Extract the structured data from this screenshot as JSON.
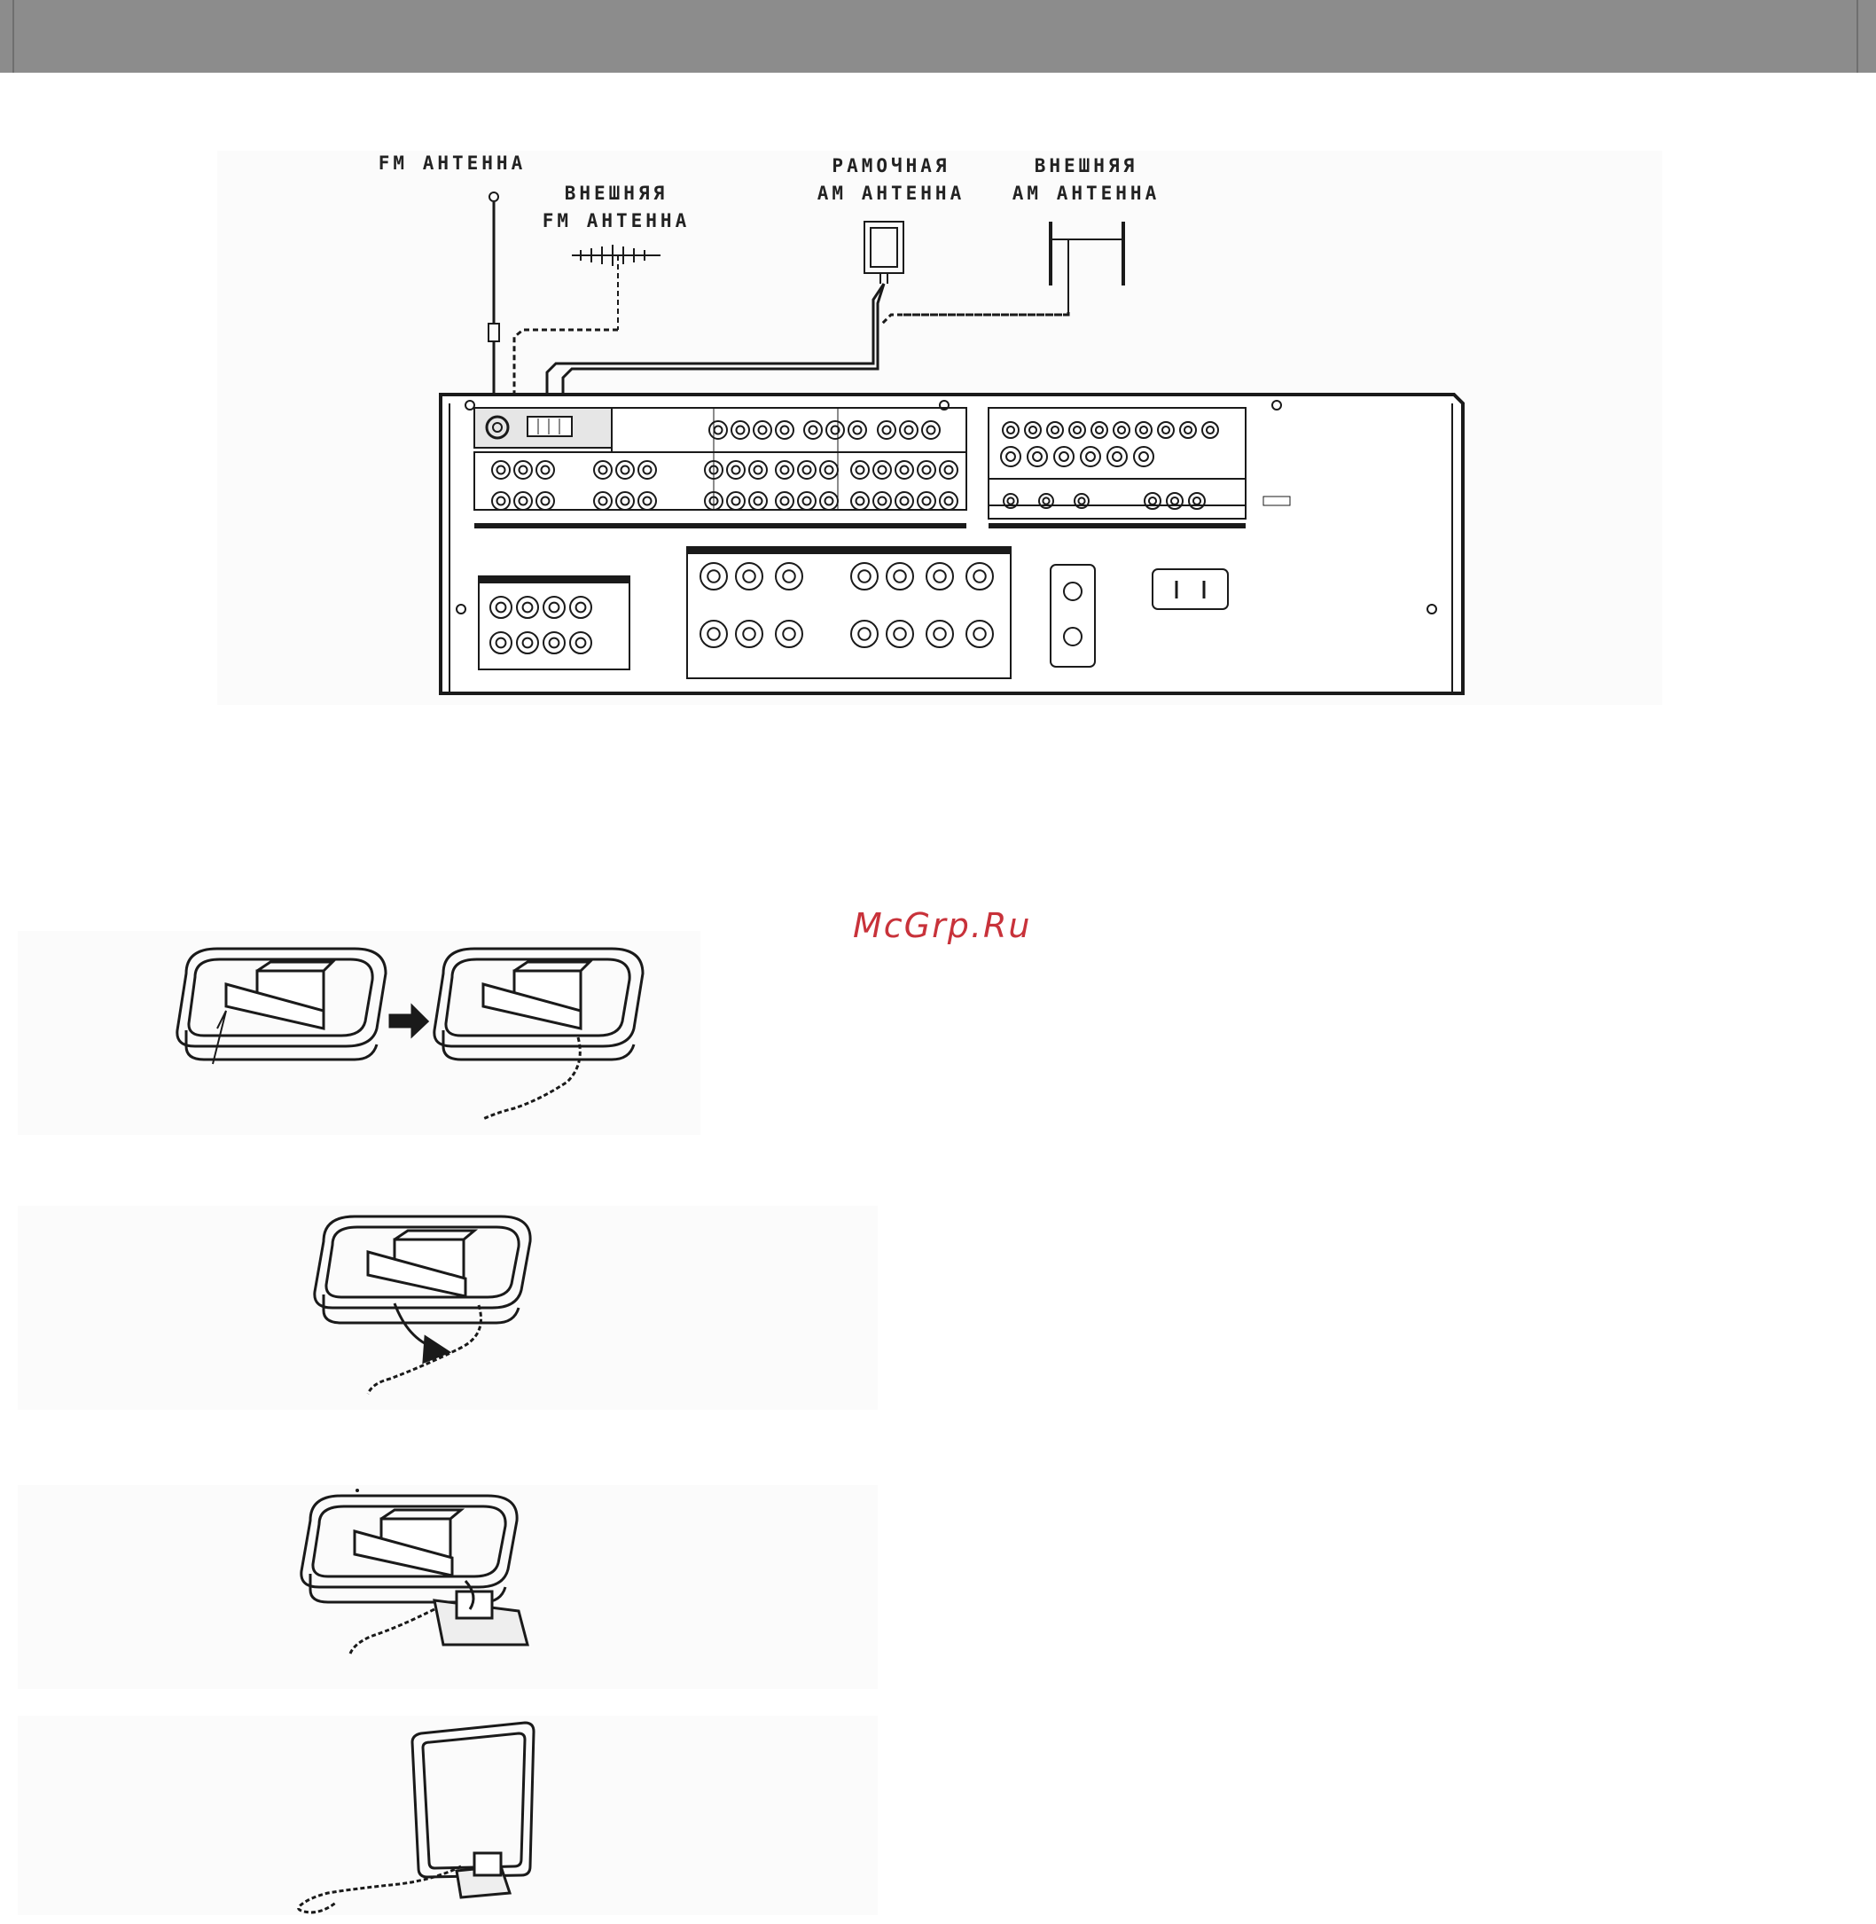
{
  "page": {
    "watermark": "McGrp.Ru"
  },
  "diagram": {
    "labels": {
      "fm_antenna": "FM АНТЕННА",
      "external_fm_antenna": "ВНЕШНЯЯ\nFM АНТЕННА",
      "loop_am_antenna": "РАМОЧНАЯ\nАМ АНТЕННА",
      "external_am_antenna": "ВНЕШНЯЯ\nАМ АНТЕННА"
    }
  },
  "steps": [
    {
      "name": "step-1"
    },
    {
      "name": "step-2"
    },
    {
      "name": "step-3"
    },
    {
      "name": "step-4"
    }
  ],
  "colors": {
    "header": "#8c8c8c",
    "line_art": "#1a1a1a",
    "watermark": "#c8323a"
  }
}
